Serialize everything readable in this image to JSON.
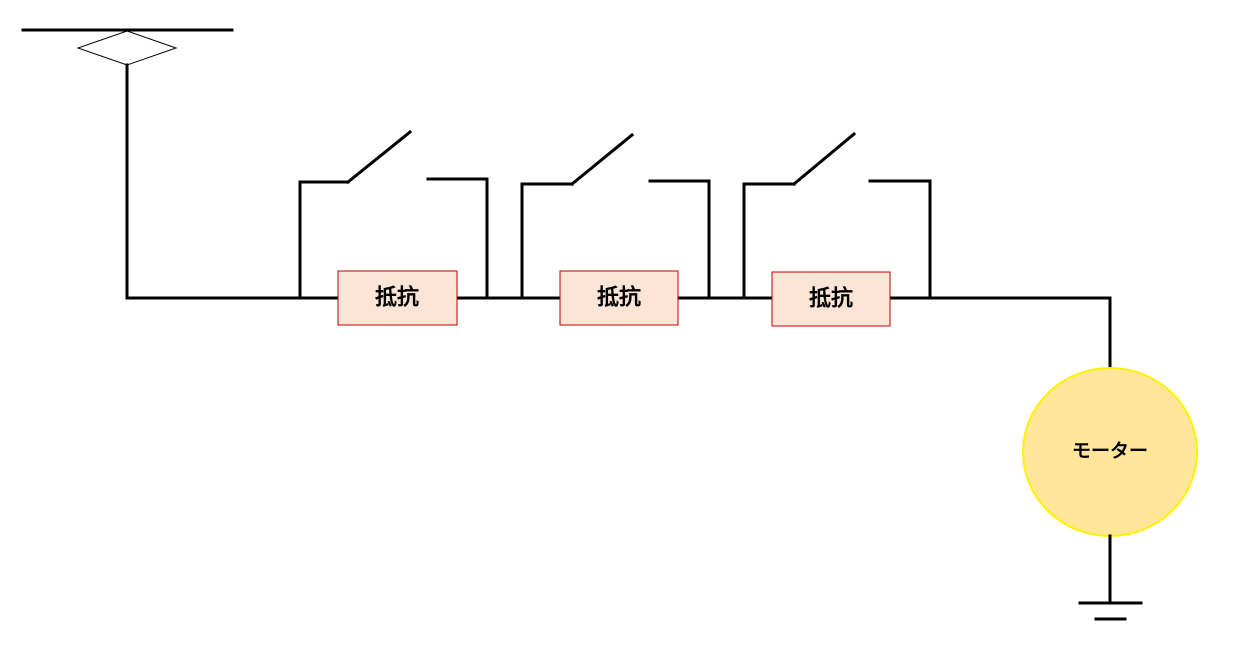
{
  "resistors": [
    {
      "label": "抵抗"
    },
    {
      "label": "抵抗"
    },
    {
      "label": "抵抗"
    }
  ],
  "motor": {
    "label": "モーター"
  },
  "colors": {
    "resistor_fill": "#FCE4D6",
    "resistor_border": "#C00000",
    "motor_fill": "#FFE699",
    "motor_border": "#FFF200",
    "wire": "#000000"
  }
}
